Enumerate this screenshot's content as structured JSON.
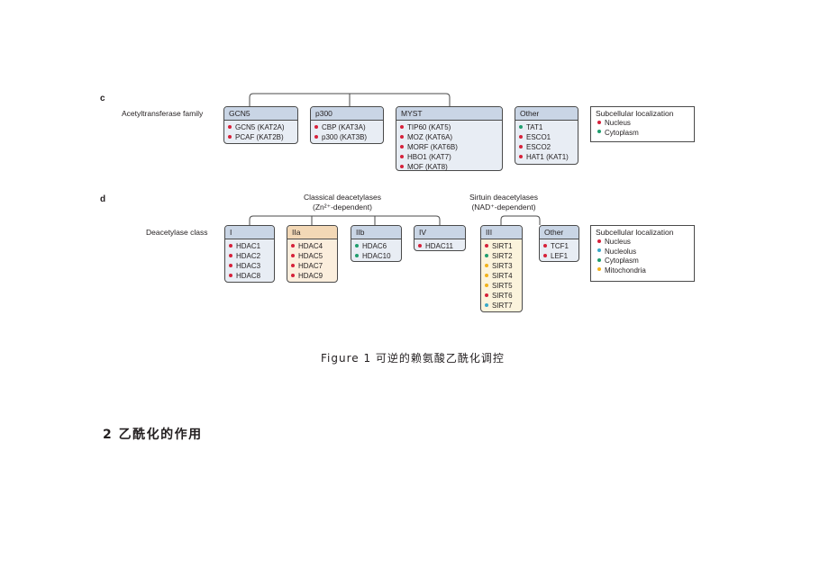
{
  "colors": {
    "nucleus": "#d6213a",
    "cytoplasm": "#1f9e6e",
    "nucleolus": "#39a9c9",
    "mitochondria": "#f2b21b"
  },
  "panel_c": {
    "letter": "c",
    "row_label": "Acetyltransferase family",
    "families": [
      {
        "name": "GCN5",
        "members": [
          {
            "label": "GCN5 (KAT2A)",
            "loc": "nucleus"
          },
          {
            "label": "PCAF (KAT2B)",
            "loc": "nucleus"
          }
        ]
      },
      {
        "name": "p300",
        "members": [
          {
            "label": "CBP (KAT3A)",
            "loc": "nucleus"
          },
          {
            "label": "p300 (KAT3B)",
            "loc": "nucleus"
          }
        ]
      },
      {
        "name": "MYST",
        "members": [
          {
            "label": "TIP60 (KAT5)",
            "loc": "nucleus"
          },
          {
            "label": "MOZ (KAT6A)",
            "loc": "nucleus"
          },
          {
            "label": "MORF (KAT6B)",
            "loc": "nucleus"
          },
          {
            "label": "HBO1 (KAT7)",
            "loc": "nucleus"
          },
          {
            "label": "MOF (KAT8)",
            "loc": "nucleus"
          }
        ]
      },
      {
        "name": "Other",
        "members": [
          {
            "label": "TAT1",
            "loc": "cytoplasm"
          },
          {
            "label": "ESCO1",
            "loc": "nucleus"
          },
          {
            "label": "ESCO2",
            "loc": "nucleus"
          },
          {
            "label": "HAT1 (KAT1)",
            "loc": "nucleus"
          }
        ]
      }
    ],
    "legend": {
      "title": "Subcellular localization",
      "items": [
        {
          "label": "Nucleus",
          "loc": "nucleus"
        },
        {
          "label": "Cytoplasm",
          "loc": "cytoplasm"
        }
      ]
    }
  },
  "panel_d": {
    "letter": "d",
    "row_label": "Deacetylase class",
    "classical_label_1": "Classical deacetylases",
    "classical_label_2": "(Zn²⁺-dependent)",
    "sirtuin_label_1": "Sirtuin deacetylases",
    "sirtuin_label_2": "(NAD⁺-dependent)",
    "classes": [
      {
        "name": "I",
        "members": [
          {
            "label": "HDAC1",
            "loc": "nucleus"
          },
          {
            "label": "HDAC2",
            "loc": "nucleus"
          },
          {
            "label": "HDAC3",
            "loc": "nucleus"
          },
          {
            "label": "HDAC8",
            "loc": "nucleus"
          }
        ]
      },
      {
        "name": "IIa",
        "members": [
          {
            "label": "HDAC4",
            "loc": "nucleus"
          },
          {
            "label": "HDAC5",
            "loc": "nucleus"
          },
          {
            "label": "HDAC7",
            "loc": "nucleus"
          },
          {
            "label": "HDAC9",
            "loc": "nucleus"
          }
        ]
      },
      {
        "name": "IIb",
        "members": [
          {
            "label": "HDAC6",
            "loc": "cytoplasm"
          },
          {
            "label": "HDAC10",
            "loc": "cytoplasm"
          }
        ]
      },
      {
        "name": "IV",
        "members": [
          {
            "label": "HDAC11",
            "loc": "nucleus"
          }
        ]
      },
      {
        "name": "III",
        "members": [
          {
            "label": "SIRT1",
            "loc": "nucleus"
          },
          {
            "label": "SIRT2",
            "loc": "cytoplasm"
          },
          {
            "label": "SIRT3",
            "loc": "mitochondria"
          },
          {
            "label": "SIRT4",
            "loc": "mitochondria"
          },
          {
            "label": "SIRT5",
            "loc": "mitochondria"
          },
          {
            "label": "SIRT6",
            "loc": "nucleus"
          },
          {
            "label": "SIRT7",
            "loc": "nucleolus"
          }
        ]
      },
      {
        "name": "Other",
        "members": [
          {
            "label": "TCF1",
            "loc": "nucleus"
          },
          {
            "label": "LEF1",
            "loc": "nucleus"
          }
        ]
      }
    ],
    "legend": {
      "title": "Subcellular localization",
      "items": [
        {
          "label": "Nucleus",
          "loc": "nucleus"
        },
        {
          "label": "Nucleolus",
          "loc": "nucleolus"
        },
        {
          "label": "Cytoplasm",
          "loc": "cytoplasm"
        },
        {
          "label": "Mitochondria",
          "loc": "mitochondria"
        }
      ]
    }
  },
  "caption": "Figure 1 可逆的赖氨酸乙酰化调控",
  "section_heading": "2 乙酰化的作用"
}
